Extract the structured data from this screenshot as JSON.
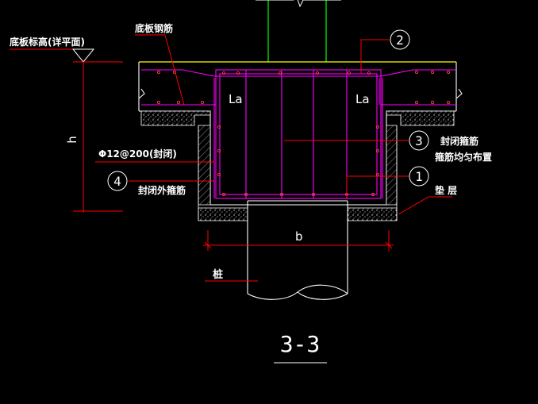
{
  "labels": {
    "slab_elevation": "底板标高(详平面)",
    "slab_rebar": "底板钢筋",
    "h_dim": "h",
    "anchor_left": "La",
    "anchor_right": "La",
    "rebar_spec": "Φ12@200(封闭)",
    "outer_stirrup": "封闭外箍筋",
    "closed_stirrup_line1": "封闭箍筋",
    "closed_stirrup_line2": "箍筋均匀布置",
    "cushion": "垫 层",
    "b_dim": "b",
    "pile": "桩",
    "section_title": "3-3"
  },
  "callouts": {
    "c1": "1",
    "c2": "2",
    "c3": "3",
    "c4": "4"
  },
  "colors": {
    "background": "#000000",
    "concrete_outline": "#ffffff",
    "rebar": "#ff00ff",
    "leader": "#ff0000",
    "column": "#00ff00",
    "slab_top": "#ffff00",
    "text": "#ffffff"
  }
}
